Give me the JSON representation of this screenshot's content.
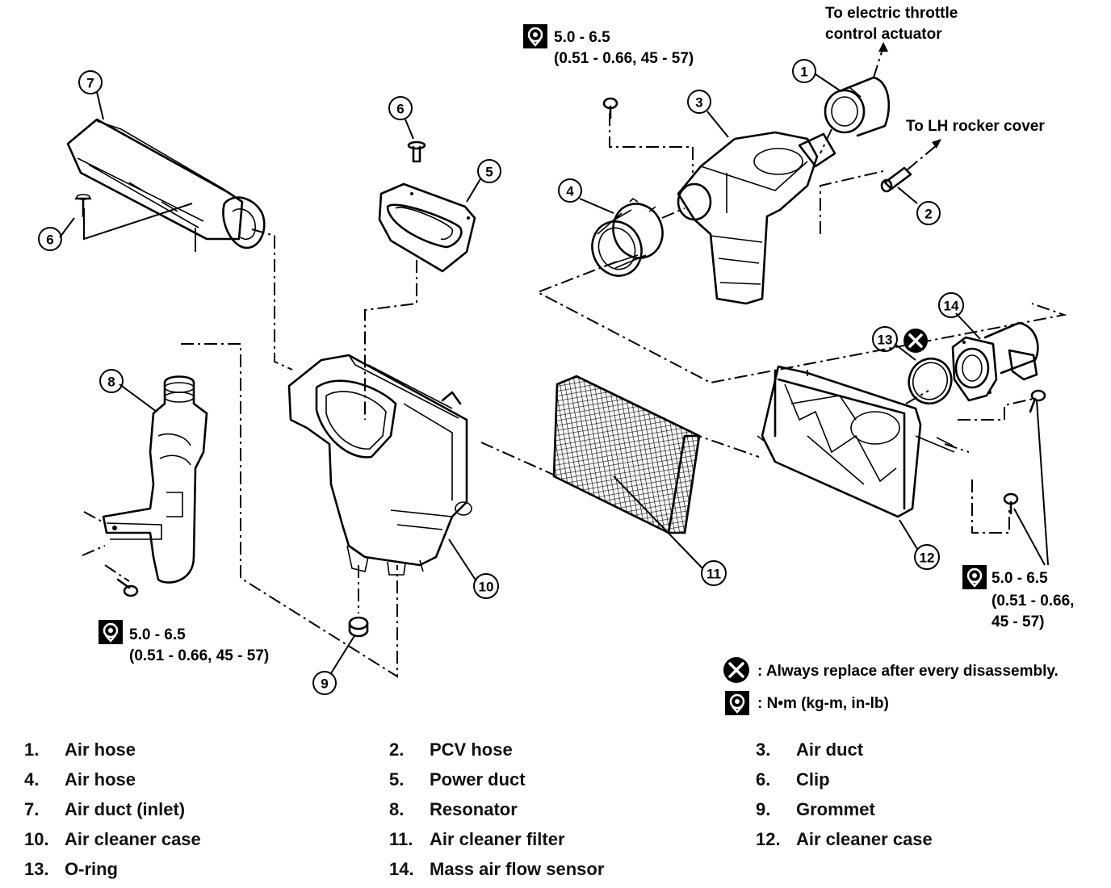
{
  "callouts": {
    "to_throttle_line1": "To electric throttle",
    "to_throttle_line2": "control actuator",
    "to_lh_rocker": "To LH rocker cover"
  },
  "torque": {
    "top_value": "5.0 - 6.5",
    "top_sub": "(0.51 - 0.66, 45 - 57)",
    "left_value": "5.0 - 6.5",
    "left_sub": "(0.51 - 0.66, 45 - 57)",
    "right_value": "5.0 - 6.5",
    "right_sub1": "(0.51 - 0.66,",
    "right_sub2": "45 - 57)"
  },
  "legend": {
    "replace_text": ": Always replace after every disassembly.",
    "torque_text": ": N•m  (kg-m,  in-lb)",
    "replace_icon": "x-circle-icon",
    "torque_icon": "torque-wrench-icon"
  },
  "markers": [
    "1",
    "2",
    "3",
    "4",
    "5",
    "6",
    "6",
    "7",
    "8",
    "9",
    "10",
    "11",
    "12",
    "13",
    "14"
  ],
  "parts_list": [
    {
      "num": "1.",
      "name": "Air hose"
    },
    {
      "num": "2.",
      "name": "PCV hose"
    },
    {
      "num": "3.",
      "name": "Air duct"
    },
    {
      "num": "4.",
      "name": "Air hose"
    },
    {
      "num": "5.",
      "name": "Power duct"
    },
    {
      "num": "6.",
      "name": "Clip"
    },
    {
      "num": "7.",
      "name": "Air duct (inlet)"
    },
    {
      "num": "8.",
      "name": "Resonator"
    },
    {
      "num": "9.",
      "name": "Grommet"
    },
    {
      "num": "10.",
      "name": "Air cleaner case"
    },
    {
      "num": "11.",
      "name": "Air cleaner filter"
    },
    {
      "num": "12.",
      "name": "Air cleaner case"
    },
    {
      "num": "13.",
      "name": "O-ring"
    },
    {
      "num": "14.",
      "name": "Mass air flow sensor"
    }
  ]
}
